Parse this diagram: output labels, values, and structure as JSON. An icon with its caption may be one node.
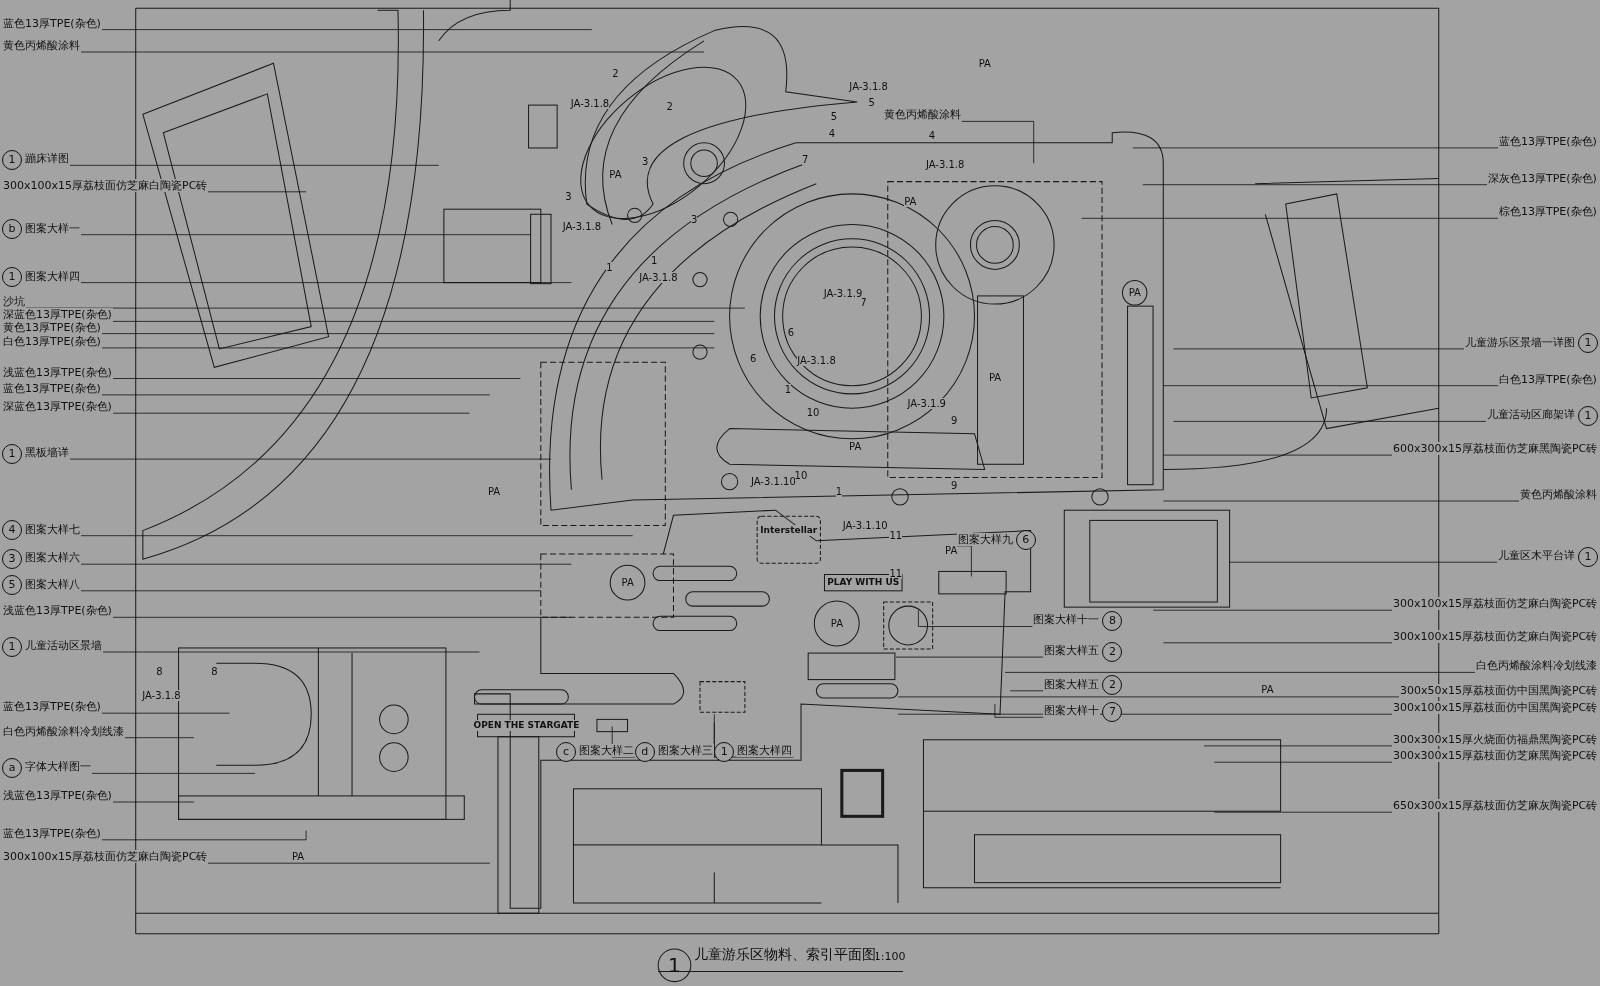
{
  "diagram": {
    "title": "儿童游乐区物料、索引平面图",
    "nodes": [
      {
        "text": [
          "蓝色13厚TPE(杂色)"
        ]
      },
      {
        "text": [
          "黄色丙烯酸涂料"
        ]
      },
      {
        "text": [
          "蹦床详图"
        ],
        "beside": [
          "1"
        ]
      },
      {
        "text": [
          "300x100x15厚荔枝面仿芝麻白陶瓷PC砖"
        ]
      },
      {
        "text": [
          "图案大样一"
        ],
        "beside": [
          "b"
        ]
      },
      {
        "text": [
          "图案大样四"
        ],
        "beside": [
          "1"
        ]
      },
      {
        "text": [
          "沙坑"
        ]
      },
      {
        "text": [
          "深蓝色13厚TPE(杂色)"
        ]
      },
      {
        "text": [
          "黄色13厚TPE(杂色)"
        ]
      },
      {
        "text": [
          "白色13厚TPE(杂色)"
        ]
      },
      {
        "text": [
          "浅蓝色13厚TPE(杂色)"
        ]
      },
      {
        "text": [
          "蓝色13厚TPE(杂色)"
        ]
      },
      {
        "text": [
          "深蓝色13厚TPE(杂色)"
        ]
      },
      {
        "text": [
          "黑板墙详"
        ],
        "beside": [
          "1"
        ]
      },
      {
        "text": [
          "图案大样七"
        ],
        "beside": [
          "4"
        ]
      },
      {
        "text": [
          "图案大样六"
        ],
        "beside": [
          "3"
        ]
      },
      {
        "text": [
          "图案大样八"
        ],
        "beside": [
          "5"
        ]
      },
      {
        "text": [
          "浅蓝色13厚TPE(杂色)"
        ]
      },
      {
        "text": [
          "儿童活动区景墙"
        ],
        "beside": [
          "1"
        ]
      },
      {
        "text": [
          "蓝色13厚TPE(杂色)"
        ]
      },
      {
        "text": [
          "白色丙烯酸涂料冷划线漆"
        ]
      },
      {
        "text": [
          "字体大样图一"
        ],
        "beside": [
          "a"
        ]
      },
      {
        "text": [
          "浅蓝色13厚TPE(杂色)"
        ]
      },
      {
        "text": [
          "蓝色13厚TPE(杂色)"
        ]
      },
      {
        "text": [
          "300x100x15厚荔枝面仿芝麻白陶瓷PC砖"
        ]
      },
      {
        "text": [
          "蓝色13厚TPE(杂色)"
        ]
      },
      {
        "text": [
          "深灰色13厚TPE(杂色)"
        ]
      },
      {
        "text": [
          "棕色13厚TPE(杂色)"
        ]
      },
      {
        "text": [
          "儿童游乐区景墙一详图"
        ],
        "beside": [
          "1"
        ]
      },
      {
        "text": [
          "白色13厚TPE(杂色)"
        ]
      },
      {
        "text": [
          "儿童活动区廊架详"
        ],
        "beside": [
          "1"
        ]
      },
      {
        "text": [
          "600x300x15厚荔枝面仿芝麻黑陶瓷PC砖"
        ]
      },
      {
        "text": [
          "黄色丙烯酸涂料"
        ]
      },
      {
        "text": [
          "儿童区木平台详"
        ],
        "beside": [
          "1"
        ]
      },
      {
        "text": [
          "300x100x15厚荔枝面仿芝麻白陶瓷PC砖"
        ]
      },
      {
        "text": [
          "300x100x15厚荔枝面仿芝麻白陶瓷PC砖"
        ]
      },
      {
        "text": [
          "白色丙烯酸涂料冷划线漆"
        ]
      },
      {
        "text": [
          "300x50x15厚荔枝面仿中国黑陶瓷PC砖"
        ]
      },
      {
        "text": [
          "300x100x15厚荔枝面仿中国黑陶瓷PC砖"
        ]
      },
      {
        "text": [
          "300x300x15厚火烧面仿福鼎黑陶瓷PC砖"
        ]
      },
      {
        "text": [
          "300x300x15厚荔枝面仿芝麻黑陶瓷PC砖"
        ]
      },
      {
        "text": [
          "650x300x15厚荔枝面仿芝麻灰陶瓷PC砖"
        ]
      },
      {
        "text": [
          "黄色丙烯酸涂料"
        ]
      },
      {
        "text": [
          "图案大样九"
        ],
        "beside": [
          "6"
        ]
      },
      {
        "text": [
          "图案大样十一"
        ],
        "beside": [
          "8"
        ]
      },
      {
        "text": [
          "图案大样五"
        ],
        "beside": [
          "2"
        ]
      },
      {
        "text": [
          "图案大样五"
        ],
        "beside": [
          "2"
        ]
      },
      {
        "text": [
          "图案大样十"
        ],
        "beside": [
          "7"
        ]
      },
      {
        "text": [
          "图案大样二"
        ],
        "beside": [
          "c"
        ]
      },
      {
        "text": [
          "图案大样三"
        ],
        "beside": [
          "d"
        ]
      },
      {
        "text": [
          "图案大样四"
        ],
        "beside": [
          "1"
        ]
      }
    ],
    "edges": [
      {
        "from": 0,
        "to": null,
        "arrow": "none"
      },
      {
        "from": 1,
        "to": null,
        "arrow": "none"
      },
      {
        "from": 2,
        "to": null,
        "arrow": "none"
      },
      {
        "from": 3,
        "to": null,
        "arrow": "none"
      },
      {
        "from": 4,
        "to": null,
        "arrow": "none"
      },
      {
        "from": 5,
        "to": null,
        "arrow": "none"
      },
      {
        "from": 6,
        "to": null,
        "arrow": "none"
      },
      {
        "from": 7,
        "to": null,
        "arrow": "none"
      },
      {
        "from": 8,
        "to": null,
        "arrow": "none"
      },
      {
        "from": 9,
        "to": null,
        "arrow": "none"
      },
      {
        "from": 10,
        "to": null,
        "arrow": "none"
      },
      {
        "from": 11,
        "to": null,
        "arrow": "none"
      },
      {
        "from": 12,
        "to": null,
        "arrow": "none"
      },
      {
        "from": 13,
        "to": null,
        "arrow": "none"
      },
      {
        "from": 14,
        "to": null,
        "arrow": "none"
      },
      {
        "from": 15,
        "to": null,
        "arrow": "none"
      },
      {
        "from": 16,
        "to": null,
        "arrow": "none"
      },
      {
        "from": 17,
        "to": null,
        "arrow": "none"
      },
      {
        "from": 18,
        "to": null,
        "arrow": "none"
      },
      {
        "from": 19,
        "to": null,
        "arrow": "none"
      },
      {
        "from": 20,
        "to": null,
        "arrow": "none"
      },
      {
        "from": 21,
        "to": null,
        "arrow": "none"
      },
      {
        "from": 22,
        "to": null,
        "arrow": "none"
      },
      {
        "from": 23,
        "to": null,
        "arrow": "none"
      },
      {
        "from": 24,
        "to": null,
        "arrow": "none"
      },
      {
        "from": 25,
        "to": null,
        "arrow": "none"
      },
      {
        "from": 26,
        "to": null,
        "arrow": "none"
      },
      {
        "from": 27,
        "to": null,
        "arrow": "none"
      },
      {
        "from": 28,
        "to": null,
        "arrow": "none"
      },
      {
        "from": 29,
        "to": null,
        "arrow": "none"
      },
      {
        "from": 30,
        "to": null,
        "arrow": "none"
      },
      {
        "from": 31,
        "to": null,
        "arrow": "none"
      },
      {
        "from": 32,
        "to": null,
        "arrow": "none"
      },
      {
        "from": 33,
        "to": null,
        "arrow": "none"
      },
      {
        "from": 34,
        "to": null,
        "arrow": "none"
      },
      {
        "from": 35,
        "to": null,
        "arrow": "none"
      },
      {
        "from": 36,
        "to": null,
        "arrow": "none"
      },
      {
        "from": 37,
        "to": null,
        "arrow": "none"
      },
      {
        "from": 38,
        "to": null,
        "arrow": "none"
      },
      {
        "from": 39,
        "to": null,
        "arrow": "none"
      },
      {
        "from": 40,
        "to": null,
        "arrow": "none"
      },
      {
        "from": 41,
        "to": null,
        "arrow": "none"
      },
      {
        "from": 42,
        "to": null,
        "arrow": "none"
      },
      {
        "from": 43,
        "to": null,
        "arrow": "none"
      },
      {
        "from": 44,
        "to": null,
        "arrow": "none"
      },
      {
        "from": 45,
        "to": null,
        "arrow": "none"
      },
      {
        "from": 46,
        "to": null,
        "arrow": "none"
      },
      {
        "from": 47,
        "to": null,
        "arrow": "none"
      },
      {
        "from": 48,
        "to": null,
        "arrow": "none"
      },
      {
        "from": 49,
        "to": null,
        "arrow": "none"
      },
      {
        "from": 50,
        "to": null,
        "arrow": "none"
      }
    ],
    "labels": [
      "2",
      "JA-3.1.8",
      "2",
      "JA-3.1.8",
      "5",
      "5",
      "4",
      "4",
      "JA-3.1.8",
      "PA",
      "3",
      "PA",
      "7",
      "3",
      "JA-3.1.8",
      "3",
      "PA",
      "1",
      "1",
      "JA-3.1.8",
      "7",
      "JA-3.1.9",
      "6",
      "6",
      "JA-3.1.8",
      "PA",
      "PA",
      "1",
      "JA-3.1.9",
      "9",
      "PA",
      "10",
      "PA",
      "JA-3.1.10",
      "10",
      "1",
      "9",
      "Interstellar",
      "JA-3.1.10",
      "11",
      "PA",
      "11",
      "PA",
      "PLAY WITH US",
      "PA",
      "8",
      "8",
      "JA-3.1.8",
      "PA",
      "OPEN THE STARGATE",
      "PA",
      "1",
      "1:100"
    ]
  }
}
